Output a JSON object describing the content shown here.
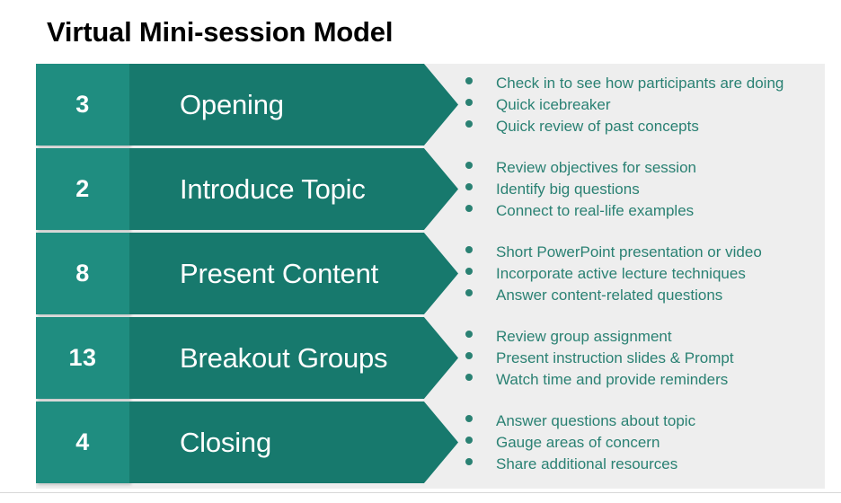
{
  "page": {
    "title": "Virtual Mini-session Model",
    "background_color": "#ffffff",
    "panel_color": "#eeeeee",
    "accent_light": "#1f8d80",
    "accent_dark": "#17796d",
    "bullet_color": "#2a8173",
    "label_color": "#ffffff",
    "title_color": "#000000"
  },
  "rows": [
    {
      "number": "3",
      "label": "Opening",
      "bullets": [
        "Check in to see how participants are doing",
        "Quick icebreaker",
        "Quick review of past concepts"
      ]
    },
    {
      "number": "2",
      "label": "Introduce Topic",
      "bullets": [
        "Review objectives for session",
        "Identify big questions",
        "Connect to real-life examples"
      ]
    },
    {
      "number": "8",
      "label": "Present Content",
      "bullets": [
        "Short PowerPoint presentation or video",
        "Incorporate active lecture techniques",
        "Answer content-related questions"
      ]
    },
    {
      "number": "13",
      "label": "Breakout Groups",
      "bullets": [
        "Review group assignment",
        "Present instruction slides & Prompt",
        "Watch time and provide reminders"
      ]
    },
    {
      "number": "4",
      "label": "Closing",
      "bullets": [
        "Answer questions about topic",
        "Gauge areas of concern",
        "Share additional resources"
      ]
    }
  ]
}
